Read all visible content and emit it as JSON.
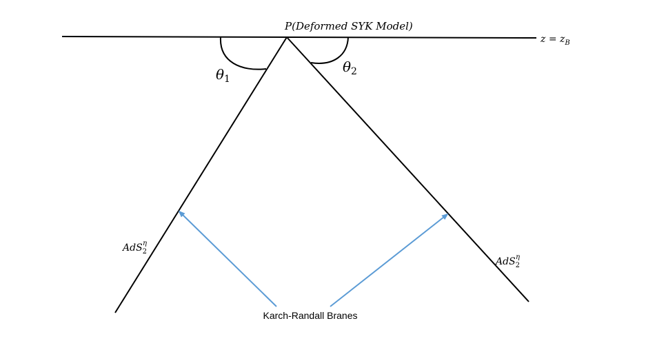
{
  "labels": {
    "point_p": "P(Deformed SYK Model)",
    "boundary": "z = z",
    "boundary_sub": "B",
    "theta1_base": "θ",
    "theta1_sub": "1",
    "theta2_base": "θ",
    "theta2_sub": "2",
    "brane_left_base": "AdS",
    "brane_left_sub": "2",
    "brane_left_sup": "η",
    "brane_right_base": "AdS",
    "brane_right_sub": "2",
    "brane_right_sup": "η",
    "caption": "Karch-Randall Branes"
  },
  "colors": {
    "line": "#000000",
    "arrow": "#5B9BD5",
    "background": "#ffffff"
  }
}
